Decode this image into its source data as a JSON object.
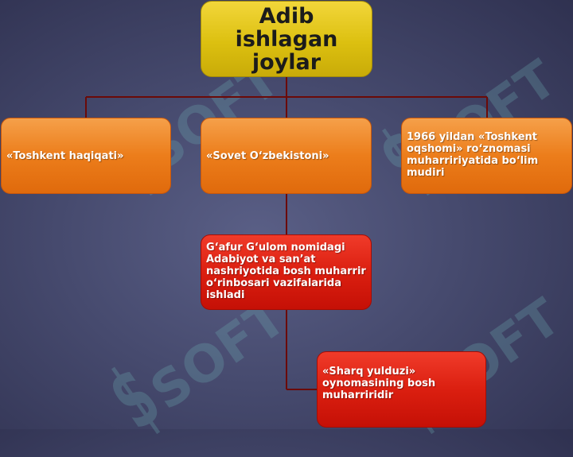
{
  "diagram": {
    "root": {
      "text": "Adib ishlagan joylar"
    },
    "level1": [
      {
        "text": "«Toshkent haqiqati»"
      },
      {
        "text": "«Sovet O‘zbekistoni»"
      },
      {
        "text": "1966 yildan «Toshkent oqshomi» ro‘znomasi muharririyatida bo‘lim mudiri"
      }
    ],
    "level2": {
      "text": "G‘afur G‘ulom nomidagi Adabiyot va san’at nashriyotida bosh muharrir o‘rinbosari vazifalarida ishladi"
    },
    "level3": {
      "text": "«Sharq yulduzi» oynomasining bosh muharriridir"
    }
  },
  "watermark": {
    "text": "SOFT"
  },
  "colors": {
    "root_fill": "#dcc010",
    "branch_fill": "#ec7d1b",
    "leaf_fill": "#db1f10",
    "connector": "#6b0a08"
  }
}
